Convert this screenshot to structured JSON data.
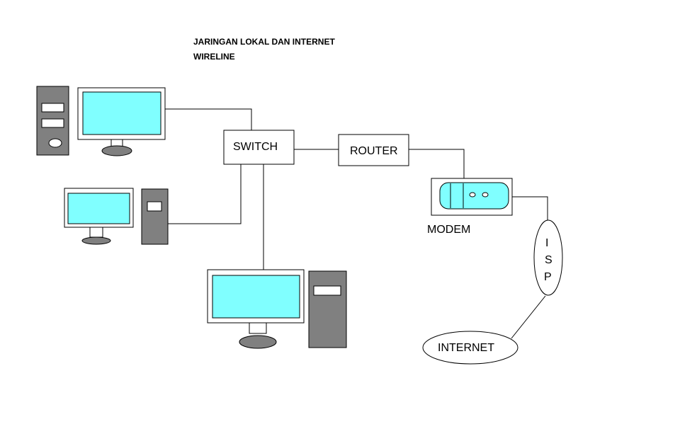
{
  "title": {
    "line1": "JARINGAN LOKAL DAN INTERNET",
    "line2": "WIRELINE"
  },
  "nodes": {
    "switch": "SWITCH",
    "router": "ROUTER",
    "modem": "MODEM",
    "isp": [
      "I",
      "S",
      "P"
    ],
    "internet": "INTERNET"
  },
  "colors": {
    "screen": "#80ffff",
    "tower": "#808080",
    "stand": "#808080",
    "line": "#000000"
  }
}
